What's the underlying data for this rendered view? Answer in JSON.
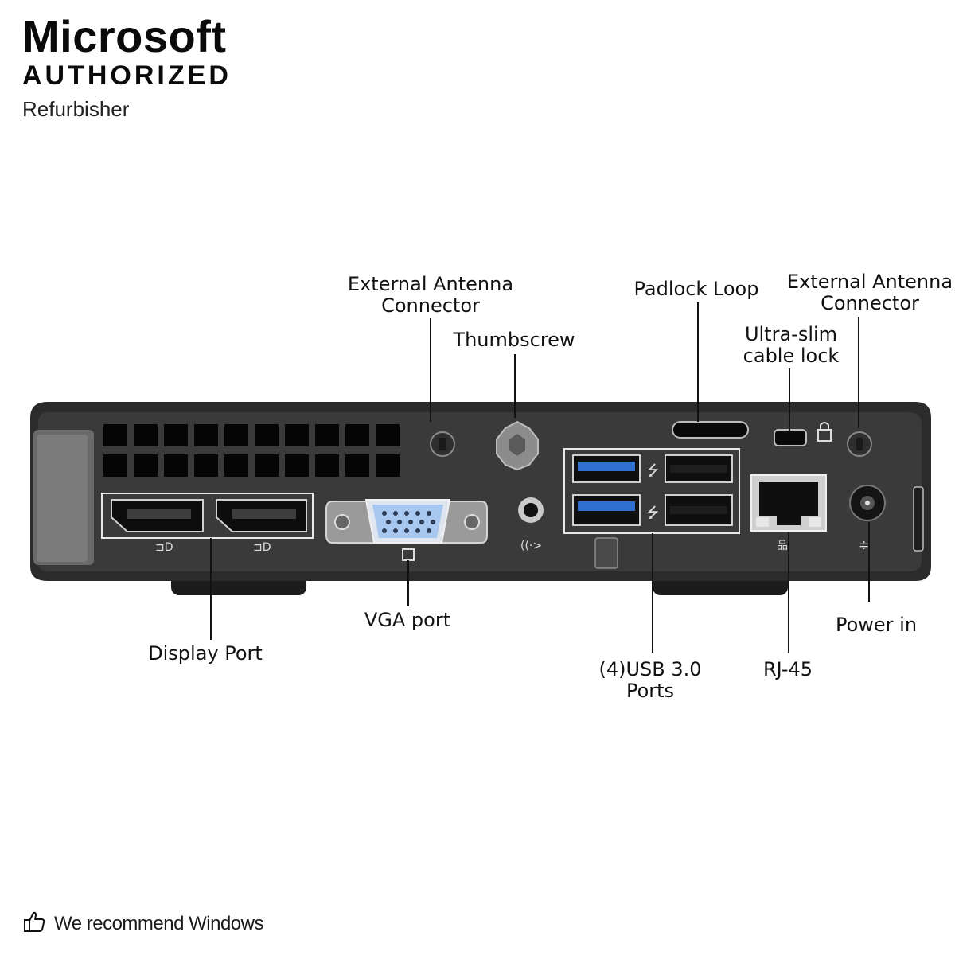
{
  "brand": {
    "line1": "Microsoft",
    "line2": "AUTHORIZED",
    "line3": "Refurbisher"
  },
  "callouts": {
    "ext_antenna_left": [
      "External Antenna",
      "Connector"
    ],
    "thumbscrew": "Thumbscrew",
    "padlock_loop": "Padlock Loop",
    "ext_antenna_right": [
      "External Antenna",
      "Connector"
    ],
    "ultra_slim_lock": [
      "Ultra-slim",
      "cable lock"
    ],
    "display_port": "Display Port",
    "vga_port": "VGA port",
    "usb_ports": [
      "(4)USB 3.0",
      "Ports"
    ],
    "rj45": "RJ-45",
    "power_in": "Power in"
  },
  "footer": {
    "icon": "thumbs-up-icon",
    "text": "We recommend Windows"
  },
  "colors": {
    "chassis": "#2b2b2b",
    "usb_blue": "#2f6fd0",
    "vga_blue": "#a9c8ef"
  }
}
